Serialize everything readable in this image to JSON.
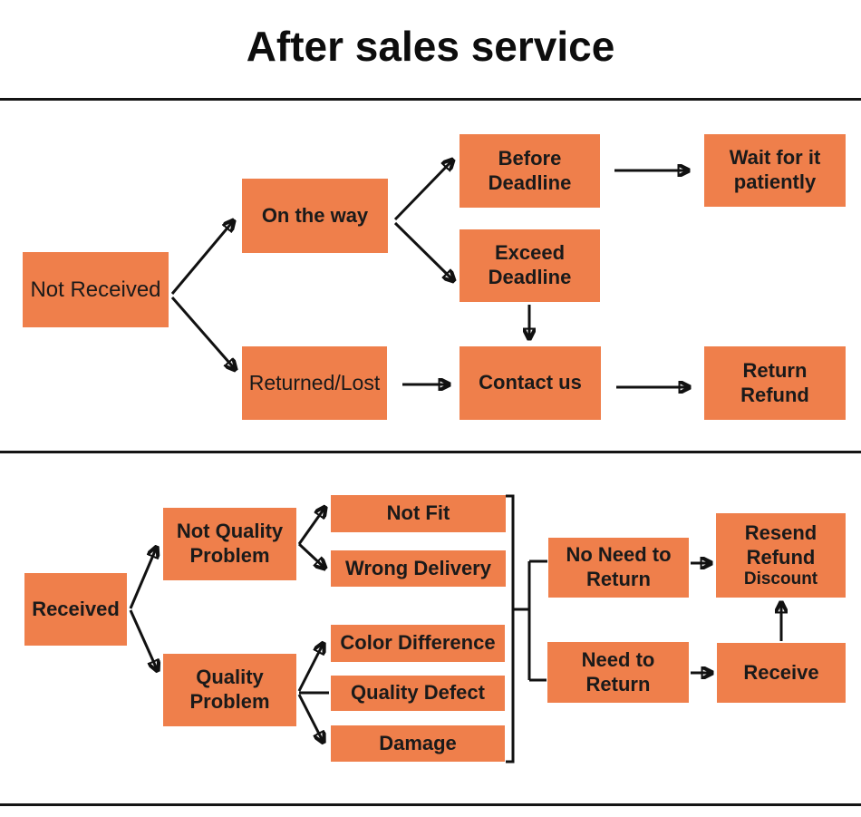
{
  "title": "After sales service",
  "colors": {
    "node_fill": "#EF7F4B",
    "text": "#1A1A1A",
    "connector": "#111111",
    "background": "#FFFFFF"
  },
  "nodes": {
    "not_received": "Not Received",
    "on_the_way": "On the way",
    "before_deadline": "Before\nDeadline",
    "wait_patiently": "Wait for it\npatiently",
    "exceed_deadline": "Exceed\nDeadline",
    "returned_lost": "Returned/Lost",
    "contact_us": "Contact us",
    "return_refund": "Return\nRefund",
    "received": "Received",
    "not_quality_problem": "Not Quality\nProblem",
    "not_fit": "Not Fit",
    "wrong_delivery": "Wrong Delivery",
    "quality_problem": "Quality\nProblem",
    "color_difference": "Color Difference",
    "quality_defect": "Quality Defect",
    "damage": "Damage",
    "no_need_to_return": "No Need to\nReturn",
    "resend_refund": "Resend\nRefund",
    "discount": "Discount",
    "need_to_return": "Need to\nReturn",
    "receive": "Receive"
  }
}
